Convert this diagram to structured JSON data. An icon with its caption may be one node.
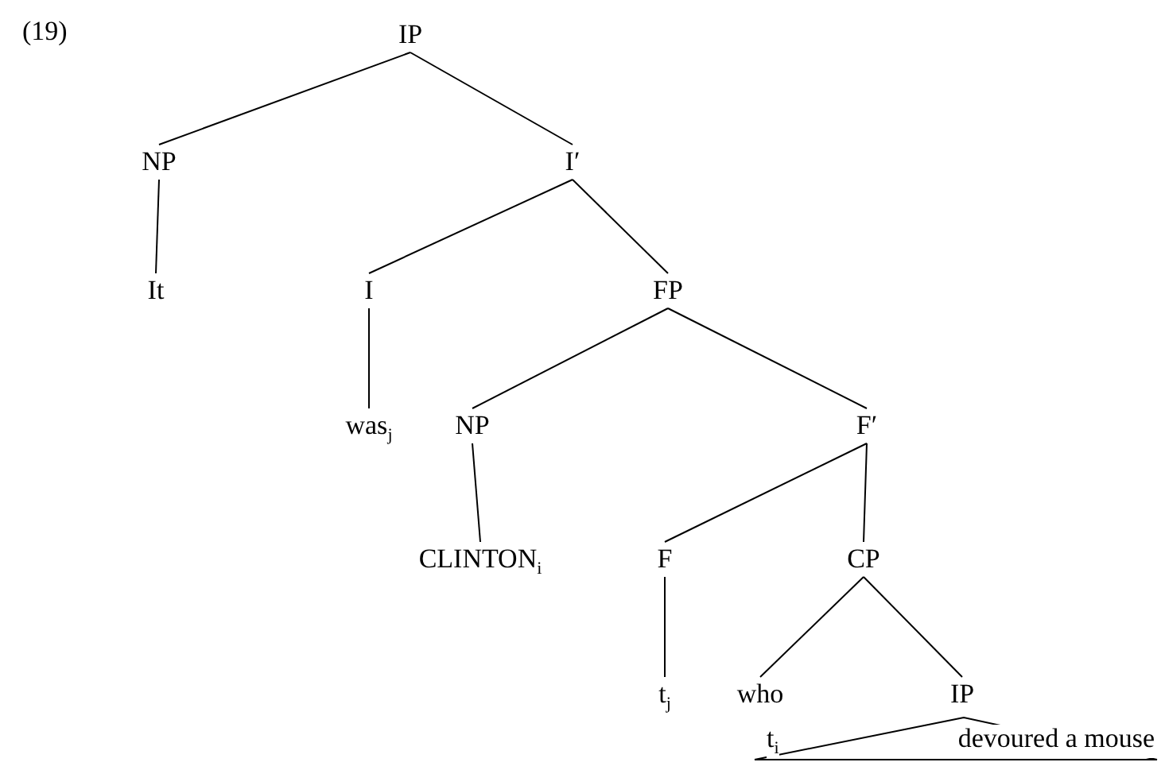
{
  "diagram": {
    "nodes": [
      {
        "text": [
          "IP"
        ]
      },
      {
        "text": [
          "NP"
        ]
      },
      {
        "text": [
          "I′"
        ]
      },
      {
        "text": [
          "It"
        ]
      },
      {
        "text": [
          "I"
        ]
      },
      {
        "text": [
          "FP"
        ]
      },
      {
        "text": [
          "was$_{j}$"
        ]
      },
      {
        "text": [
          "NP"
        ]
      },
      {
        "text": [
          "F′"
        ]
      },
      {
        "text": [
          "CLINTON$_{i}$"
        ]
      },
      {
        "text": [
          "F"
        ]
      },
      {
        "text": [
          "CP"
        ]
      },
      {
        "text": [
          "t$_{j}$"
        ]
      },
      {
        "text": [
          "who"
        ]
      },
      {
        "text": [
          "IP"
        ]
      },
      {
        "text": [
          "t$_{i}$",
          "devoured a mouse"
        ]
      }
    ],
    "edges": [
      {
        "from": 0,
        "to": 1,
        "arrow": "none"
      },
      {
        "from": 0,
        "to": 2,
        "arrow": "none"
      },
      {
        "from": 1,
        "to": 3,
        "arrow": "none"
      },
      {
        "from": 2,
        "to": 4,
        "arrow": "none"
      },
      {
        "from": 2,
        "to": 5,
        "arrow": "none"
      },
      {
        "from": 4,
        "to": 6,
        "arrow": "none"
      },
      {
        "from": 5,
        "to": 7,
        "arrow": "none"
      },
      {
        "from": 5,
        "to": 8,
        "arrow": "none"
      },
      {
        "from": 7,
        "to": 9,
        "arrow": "none"
      },
      {
        "from": 8,
        "to": 10,
        "arrow": "none"
      },
      {
        "from": 8,
        "to": 11,
        "arrow": "none"
      },
      {
        "from": 10,
        "to": 12,
        "arrow": "none"
      },
      {
        "from": 11,
        "to": 13,
        "arrow": "none"
      },
      {
        "from": 11,
        "to": 14,
        "arrow": "none"
      }
    ],
    "labels": [
      "(19)"
    ]
  }
}
